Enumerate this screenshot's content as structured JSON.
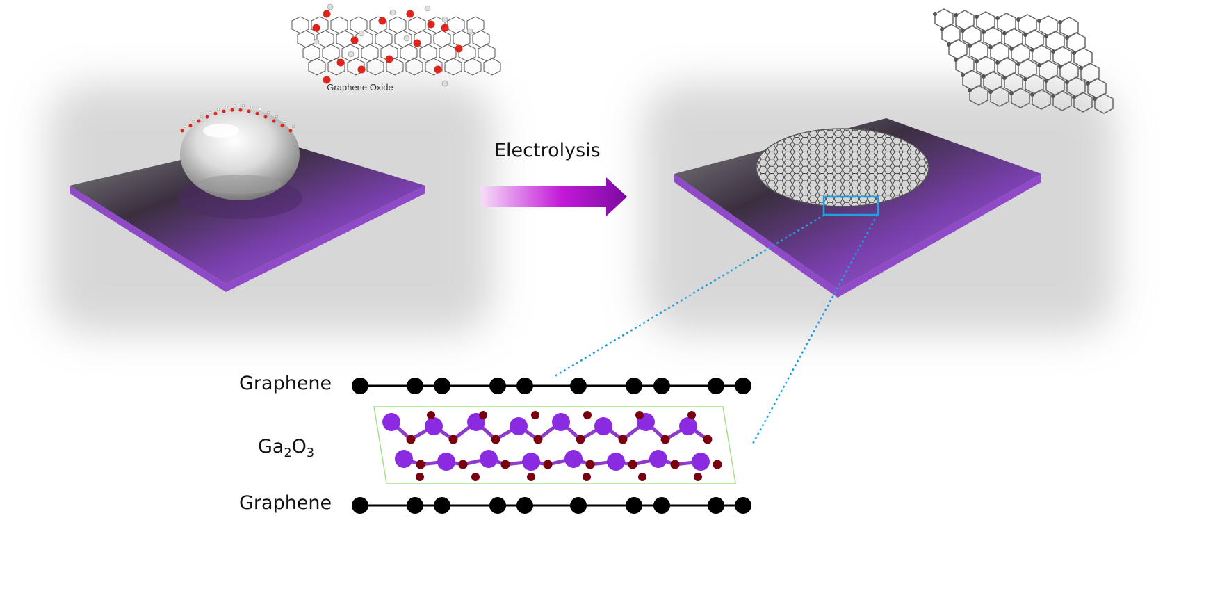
{
  "labels": {
    "graphene_oxide": "Graphene Oxide",
    "process": "Electrolysis",
    "layer_top": "Graphene",
    "layer_middle_base1": "Ga",
    "layer_middle_sub1": "2",
    "layer_middle_base2": "O",
    "layer_middle_sub2": "3",
    "layer_bottom": "Graphene"
  },
  "colors": {
    "substrate": "#8e4ac7",
    "arrow_start": "#f6ddf9",
    "arrow_end": "#7d0aa0",
    "ga_atom": "#8a2be2",
    "o_atom": "#7a0010",
    "graphene_atom": "#000000",
    "zoom_box": "#1da1e6",
    "unit_cell": "#a6e08a"
  }
}
